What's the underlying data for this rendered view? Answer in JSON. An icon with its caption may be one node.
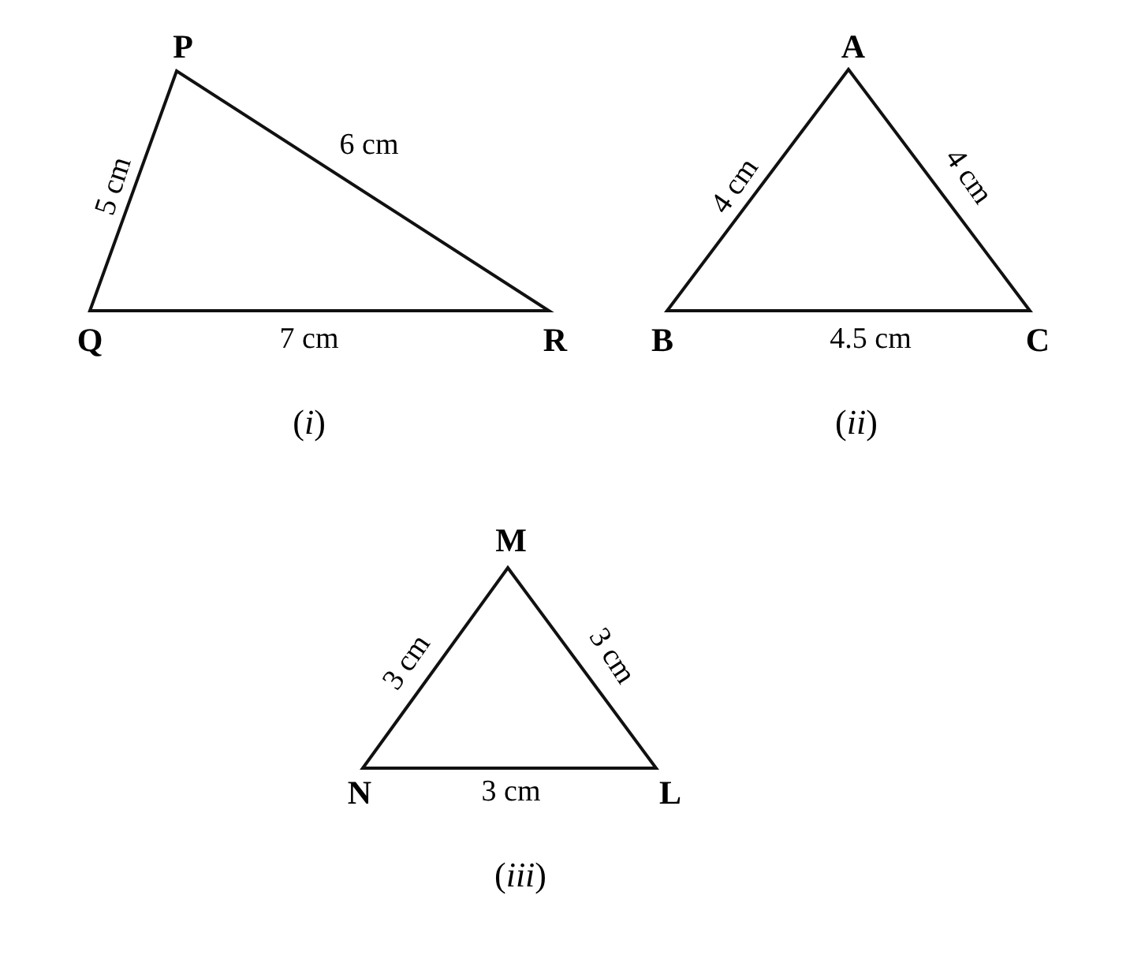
{
  "diagram": {
    "labels": [
      "P",
      "5 cm",
      "6 cm",
      "Q",
      "7 cm",
      "R",
      "(*i*)",
      "A",
      "4 cm",
      "4 cm",
      "B",
      "4.5 cm",
      "C",
      "(*ii*)",
      "M",
      "3 cm",
      "3 cm",
      "N",
      "3 cm",
      "L",
      "(*iii*)"
    ]
  }
}
